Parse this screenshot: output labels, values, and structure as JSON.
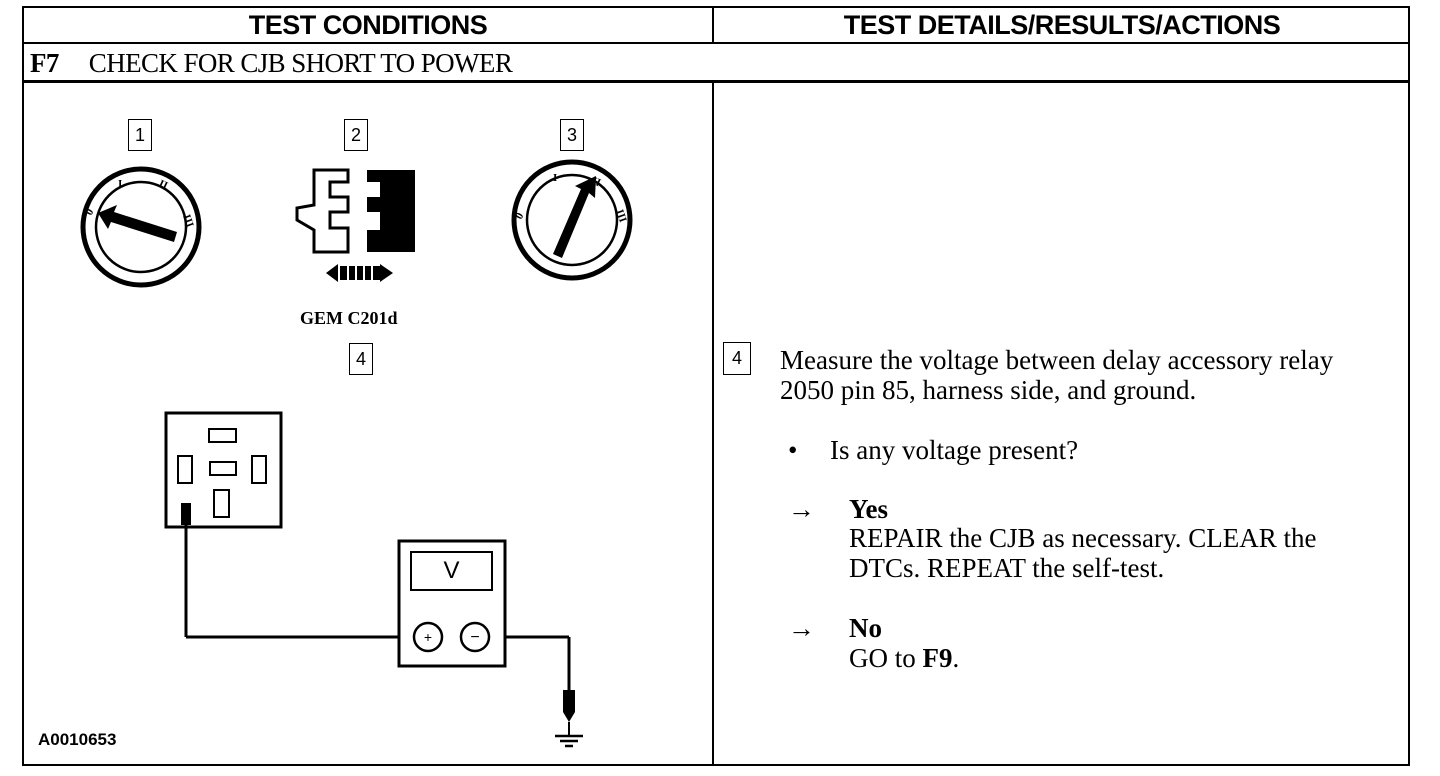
{
  "header": {
    "left": "TEST CONDITIONS",
    "right": "TEST DETAILS/RESULTS/ACTIONS"
  },
  "step": {
    "code": "F7",
    "title": "CHECK FOR CJB SHORT TO POWER"
  },
  "diagram": {
    "labels": [
      "1",
      "2",
      "3",
      "4"
    ],
    "connector": "GEM C201d",
    "meter_symbol": "V",
    "figure_id": "A0010653"
  },
  "details": {
    "step_number": "4",
    "instruction_line1": "Measure the voltage between delay accessory relay",
    "instruction_line2": "2050 pin 85, harness side, and ground.",
    "bullet": "•",
    "question": "Is any voltage present?",
    "arrow": "→",
    "yes_label": "Yes",
    "yes_line1": "REPAIR the CJB as necessary. CLEAR the",
    "yes_line2": "DTCs. REPEAT the self-test.",
    "no_label": "No",
    "no_prefix": "GO to ",
    "no_target": "F9",
    "no_suffix": "."
  }
}
